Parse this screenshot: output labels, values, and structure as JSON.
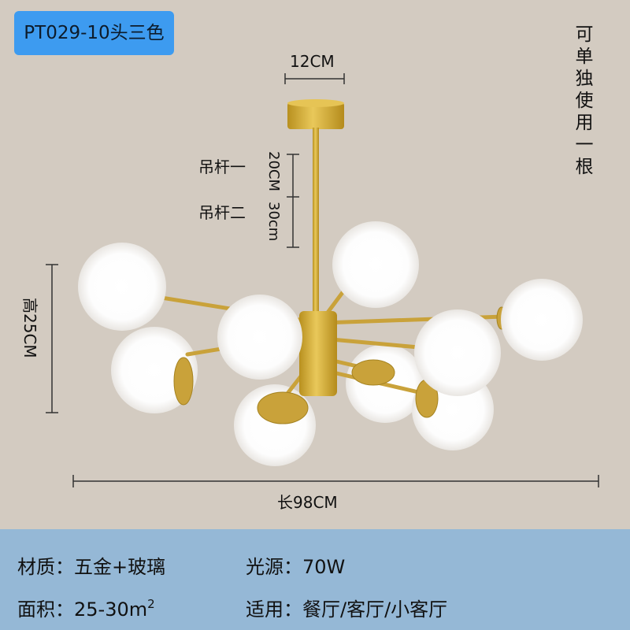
{
  "badge": {
    "label": "PT029-10头三色"
  },
  "note": {
    "chars": [
      "可",
      "单",
      "独",
      "使",
      "用",
      "一",
      "根"
    ]
  },
  "dimensions": {
    "canopy_width": "12CM",
    "rod_one_label": "吊杆一",
    "rod_two_label": "吊杆二",
    "rod_one_length": "20CM",
    "rod_two_length": "30cm",
    "height": "高25CM",
    "length": "长98CM"
  },
  "specs": {
    "material_key": "材质：",
    "material_value": "五金+玻璃",
    "light_key": "光源：",
    "light_value": "70W",
    "area_key": "面积：",
    "area_value": "25-30m",
    "area_sup": "2",
    "usage_key": "适用：",
    "usage_value": "餐厅/客厅/小客厅"
  },
  "colors": {
    "background": "#d3cbc1",
    "badge": "#3d9bf0",
    "footer": "#95b8d6",
    "gold": "#d4ad3a",
    "glass": "#ffffff"
  }
}
